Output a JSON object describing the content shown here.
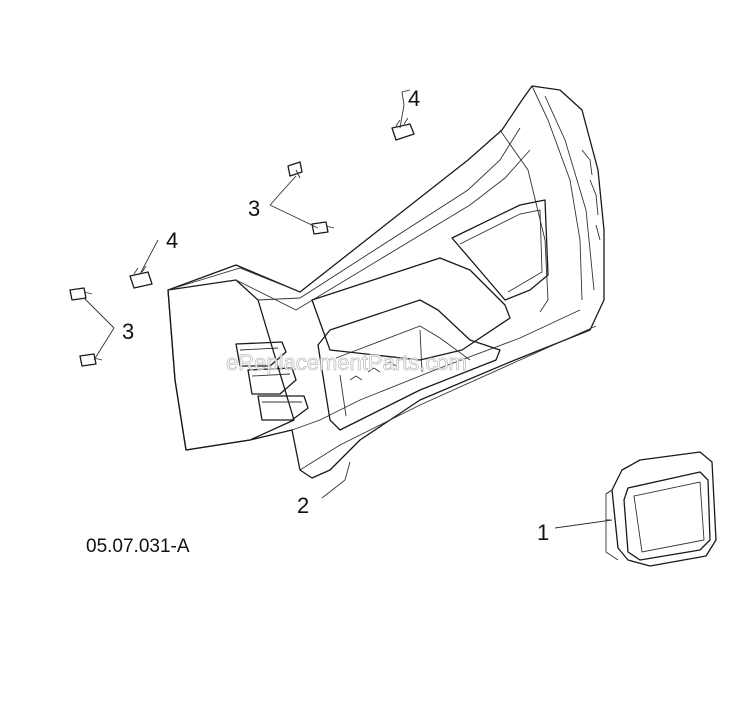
{
  "diagram": {
    "reference_code": "05.07.031-A",
    "watermark": "eReplacementParts.com",
    "callouts": [
      {
        "id": "c1",
        "label": "1"
      },
      {
        "id": "c2",
        "label": "2"
      },
      {
        "id": "c3a",
        "label": "3"
      },
      {
        "id": "c3b",
        "label": "3"
      },
      {
        "id": "c4a",
        "label": "4"
      },
      {
        "id": "c4b",
        "label": "4"
      }
    ]
  }
}
